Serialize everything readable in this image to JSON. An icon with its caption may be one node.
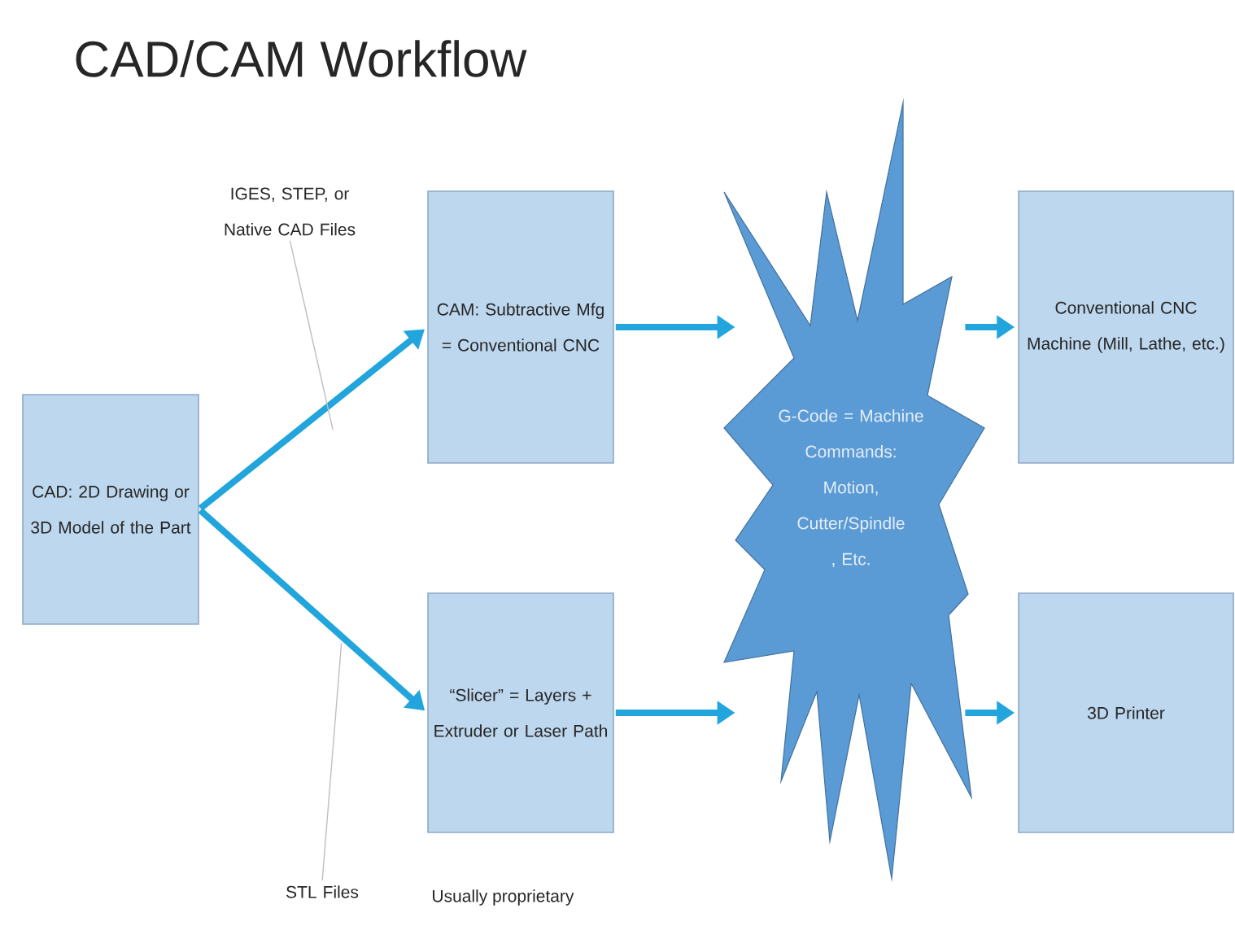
{
  "diagram": {
    "title": "CAD/CAM Workflow",
    "nodes": [
      {
        "text": [
          "CAD:  2D Drawing or 3D Model of the Part"
        ]
      },
      {
        "text": [
          "IGES, STEP, or Native CAD Files"
        ]
      },
      {
        "text": [
          "STL Files"
        ]
      },
      {
        "text": [
          "CAM: Subtractive Mfg = Conventional CNC"
        ]
      },
      {
        "text": [
          "“Slicer” = Layers + Extruder or Laser Path"
        ],
        "beside": [
          "Usually proprietary"
        ]
      },
      {
        "text": [
          "G-Code = Machine Commands: Motion, Cutter/Spindle , Etc."
        ]
      },
      {
        "text": [
          "Conventional CNC Machine (Mill, Lathe, etc.)"
        ]
      },
      {
        "text": [
          "3D Printer"
        ]
      }
    ],
    "edges": [
      {
        "from": 0,
        "to": 3,
        "arrow": "to"
      },
      {
        "from": 0,
        "to": 4,
        "arrow": "to"
      },
      {
        "from": 3,
        "to": 5,
        "arrow": "to"
      },
      {
        "from": 4,
        "to": 5,
        "arrow": "to"
      },
      {
        "from": 5,
        "to": 6,
        "arrow": "to"
      },
      {
        "from": 5,
        "to": 7,
        "arrow": "to"
      },
      {
        "from": 1,
        "to": null,
        "arrow": "none",
        "color": "#bfbfbf"
      },
      {
        "from": 2,
        "to": null,
        "arrow": "none",
        "color": "#bfbfbf"
      }
    ]
  }
}
